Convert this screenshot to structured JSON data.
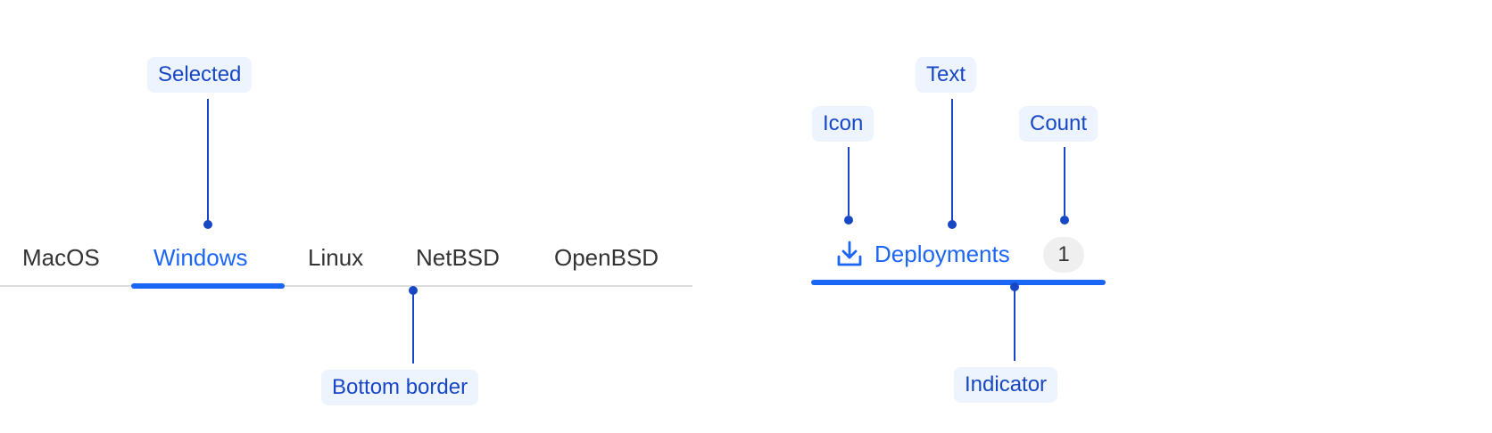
{
  "left_diagram": {
    "tabs": [
      {
        "label": "MacOS",
        "selected": false
      },
      {
        "label": "Windows",
        "selected": true
      },
      {
        "label": "Linux",
        "selected": false
      },
      {
        "label": "NetBSD",
        "selected": false
      },
      {
        "label": "OpenBSD",
        "selected": false
      }
    ],
    "callouts": {
      "selected": "Selected",
      "bottom_border": "Bottom border"
    }
  },
  "right_diagram": {
    "tab": {
      "icon": "download-icon",
      "label": "Deployments",
      "count": "1"
    },
    "callouts": {
      "icon": "Icon",
      "text": "Text",
      "count": "Count",
      "indicator": "Indicator"
    }
  },
  "colors": {
    "accent": "#1b66f5",
    "annotation": "#1747c4",
    "annotation_bg": "#eef4fd",
    "border": "#dcdcdc",
    "count_bg": "#efefef",
    "text": "#333333"
  }
}
